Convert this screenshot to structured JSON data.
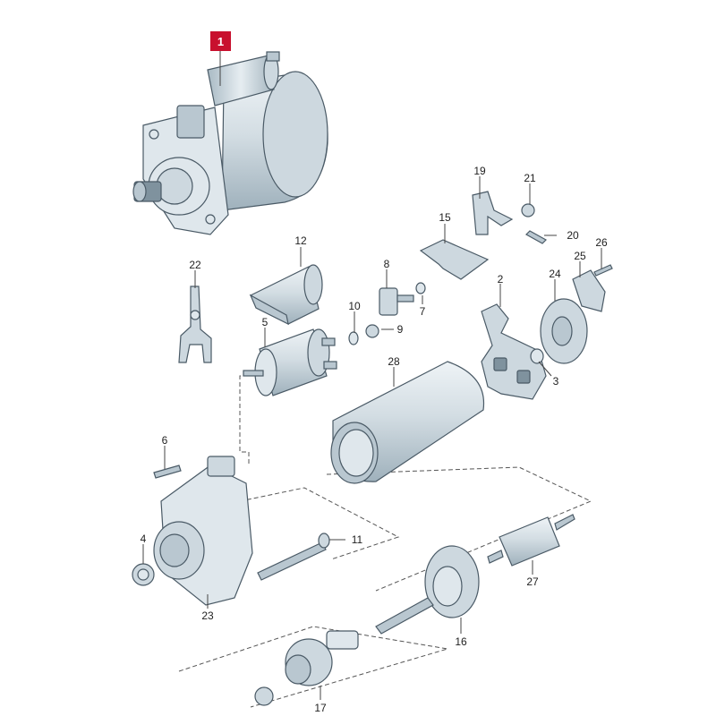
{
  "highlight_color": "#c8102e",
  "line_color": "#444444",
  "part_color": "#cdd8df",
  "callouts": [
    {
      "id": "1",
      "label": "1",
      "highlighted": true
    },
    {
      "id": "2",
      "label": "2"
    },
    {
      "id": "3",
      "label": "3"
    },
    {
      "id": "4",
      "label": "4"
    },
    {
      "id": "5",
      "label": "5"
    },
    {
      "id": "6",
      "label": "6"
    },
    {
      "id": "7",
      "label": "7"
    },
    {
      "id": "8",
      "label": "8"
    },
    {
      "id": "9",
      "label": "9"
    },
    {
      "id": "10",
      "label": "10"
    },
    {
      "id": "11",
      "label": "11"
    },
    {
      "id": "12",
      "label": "12"
    },
    {
      "id": "15",
      "label": "15"
    },
    {
      "id": "16",
      "label": "16"
    },
    {
      "id": "17",
      "label": "17"
    },
    {
      "id": "19",
      "label": "19"
    },
    {
      "id": "20",
      "label": "20"
    },
    {
      "id": "21",
      "label": "21"
    },
    {
      "id": "22",
      "label": "22"
    },
    {
      "id": "23",
      "label": "23"
    },
    {
      "id": "24",
      "label": "24"
    },
    {
      "id": "25",
      "label": "25"
    },
    {
      "id": "26",
      "label": "26"
    },
    {
      "id": "27",
      "label": "27"
    },
    {
      "id": "28",
      "label": "28"
    }
  ]
}
